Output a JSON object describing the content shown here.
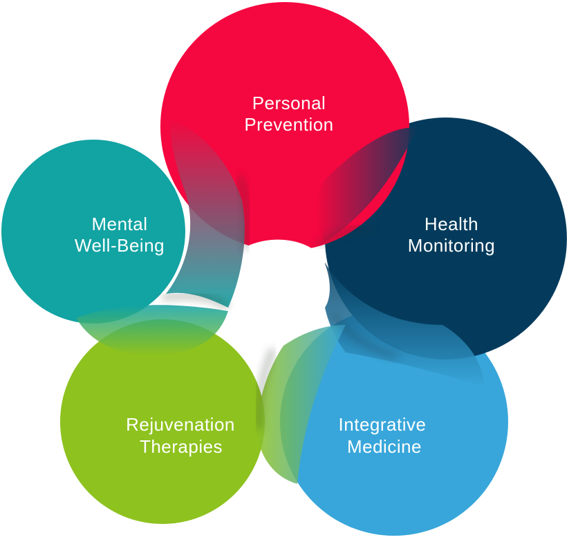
{
  "diagram": {
    "nodes": [
      {
        "id": "personal-prevention",
        "line1": "Personal",
        "line2": "Prevention",
        "color": "#f5073f"
      },
      {
        "id": "health-monitoring",
        "line1": "Health",
        "line2": "Monitoring",
        "color": "#043b5c"
      },
      {
        "id": "integrative-medicine",
        "line1": "Integrative",
        "line2": "Medicine",
        "color": "#38a6da"
      },
      {
        "id": "rejuvenation-therapies",
        "line1": "Rejuvenation",
        "line2": "Therapies",
        "color": "#8ec21f"
      },
      {
        "id": "mental-well-being",
        "line1": "Mental",
        "line2": "Well-Being",
        "color": "#12a3a3"
      }
    ]
  }
}
